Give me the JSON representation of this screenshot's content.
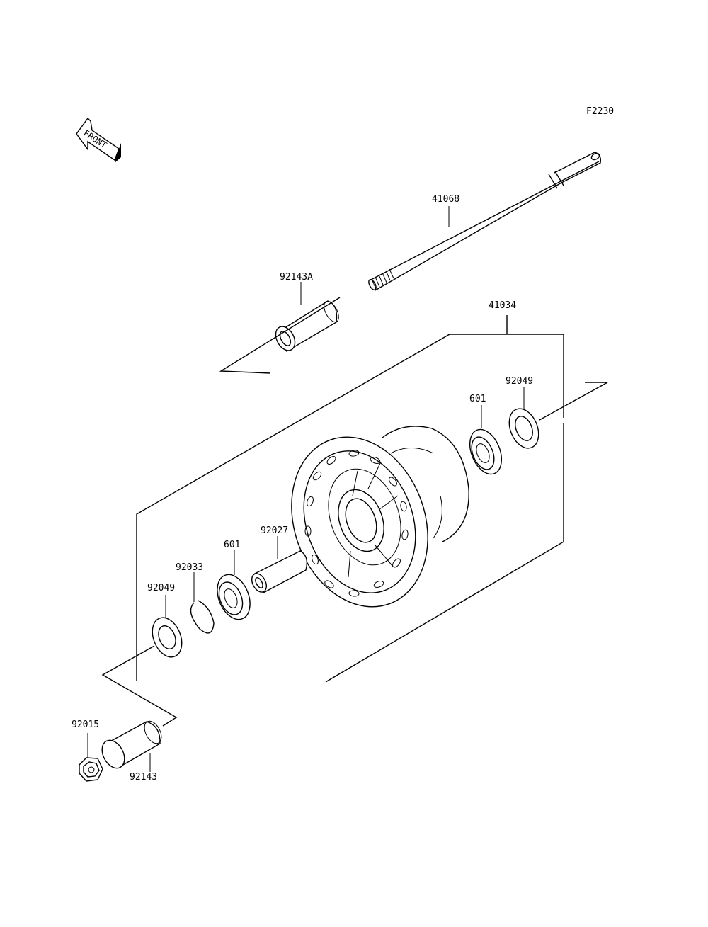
{
  "diagram": {
    "figure_code": "F2230",
    "front_indicator": "FRONT",
    "callouts": {
      "axle": "41068",
      "collar_right": "92143A",
      "wheel": "41034",
      "seal_right": "92049",
      "bearing_right": "601",
      "spacer": "92027",
      "bearing_left": "601",
      "circlip": "92033",
      "seal_left": "92049",
      "nut": "92015",
      "collar_left": "92143"
    }
  }
}
